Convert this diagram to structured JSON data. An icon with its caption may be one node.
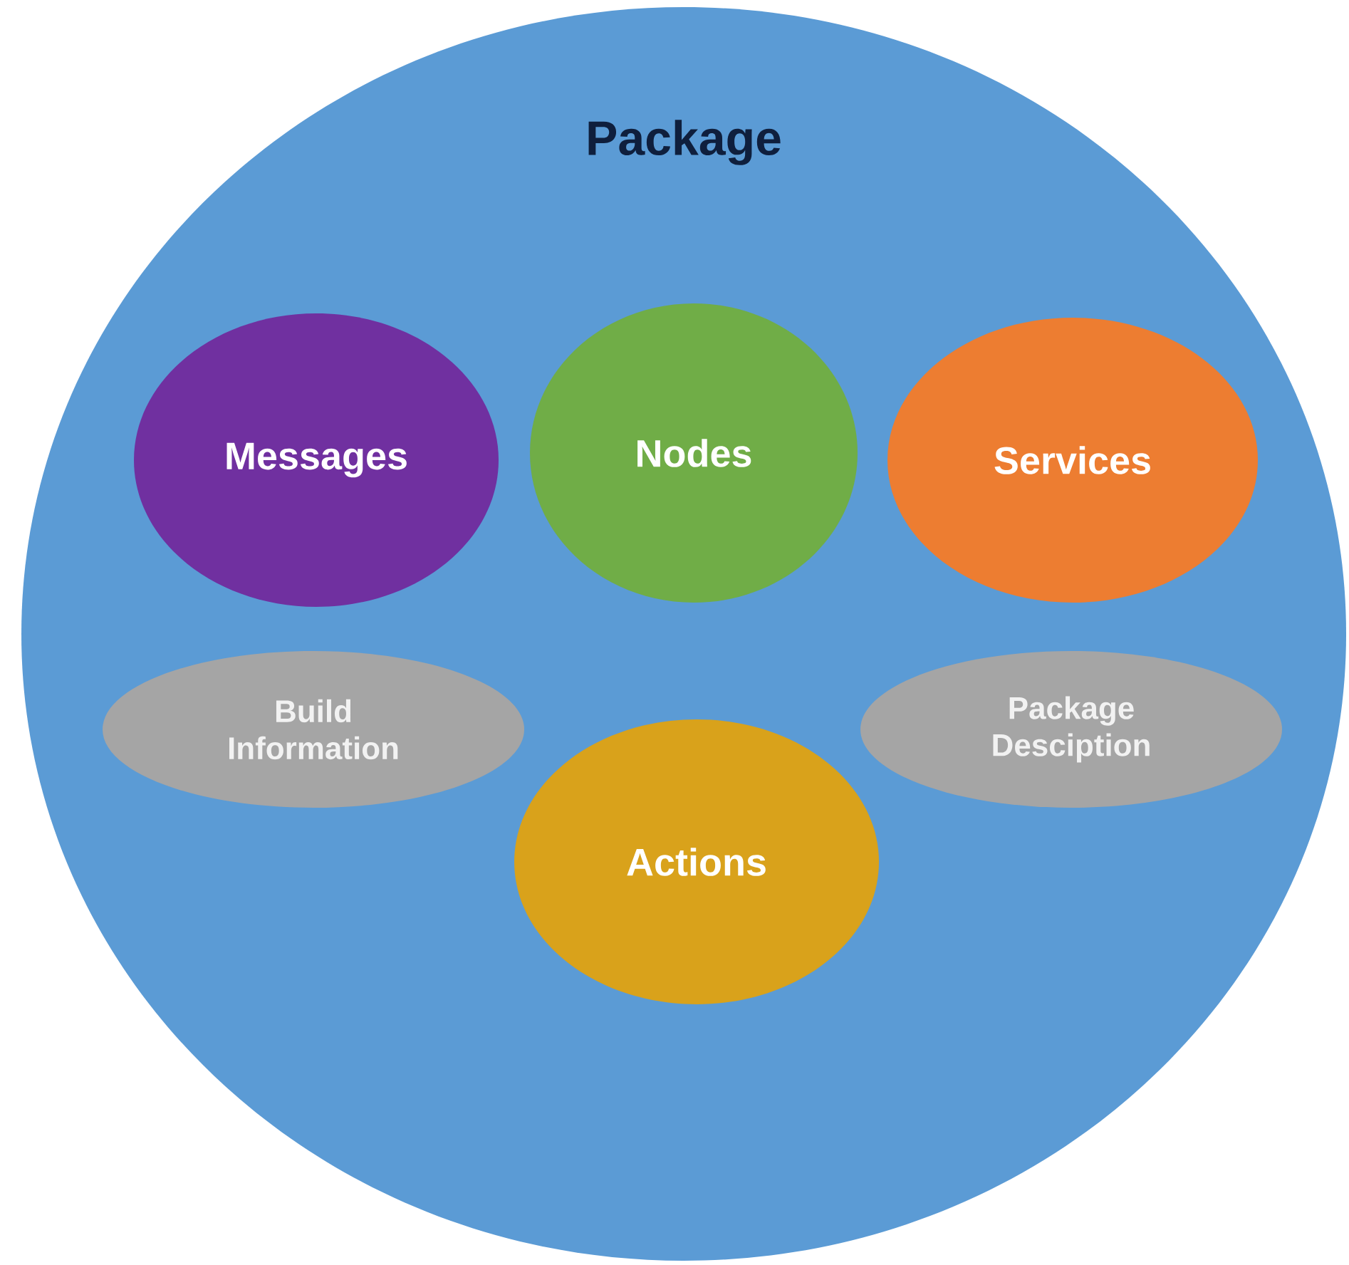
{
  "diagram": {
    "nodes": [
      {
        "text": [
          "Package"
        ]
      },
      {
        "text": [
          "Messages"
        ],
        "in": 0
      },
      {
        "text": [
          "Nodes"
        ],
        "in": 0
      },
      {
        "text": [
          "Services"
        ],
        "in": 0
      },
      {
        "text": [
          "Build Information"
        ],
        "in": 0
      },
      {
        "text": [
          "Package Desciption"
        ],
        "in": 0
      },
      {
        "text": [
          "Actions"
        ],
        "in": 0
      }
    ]
  }
}
